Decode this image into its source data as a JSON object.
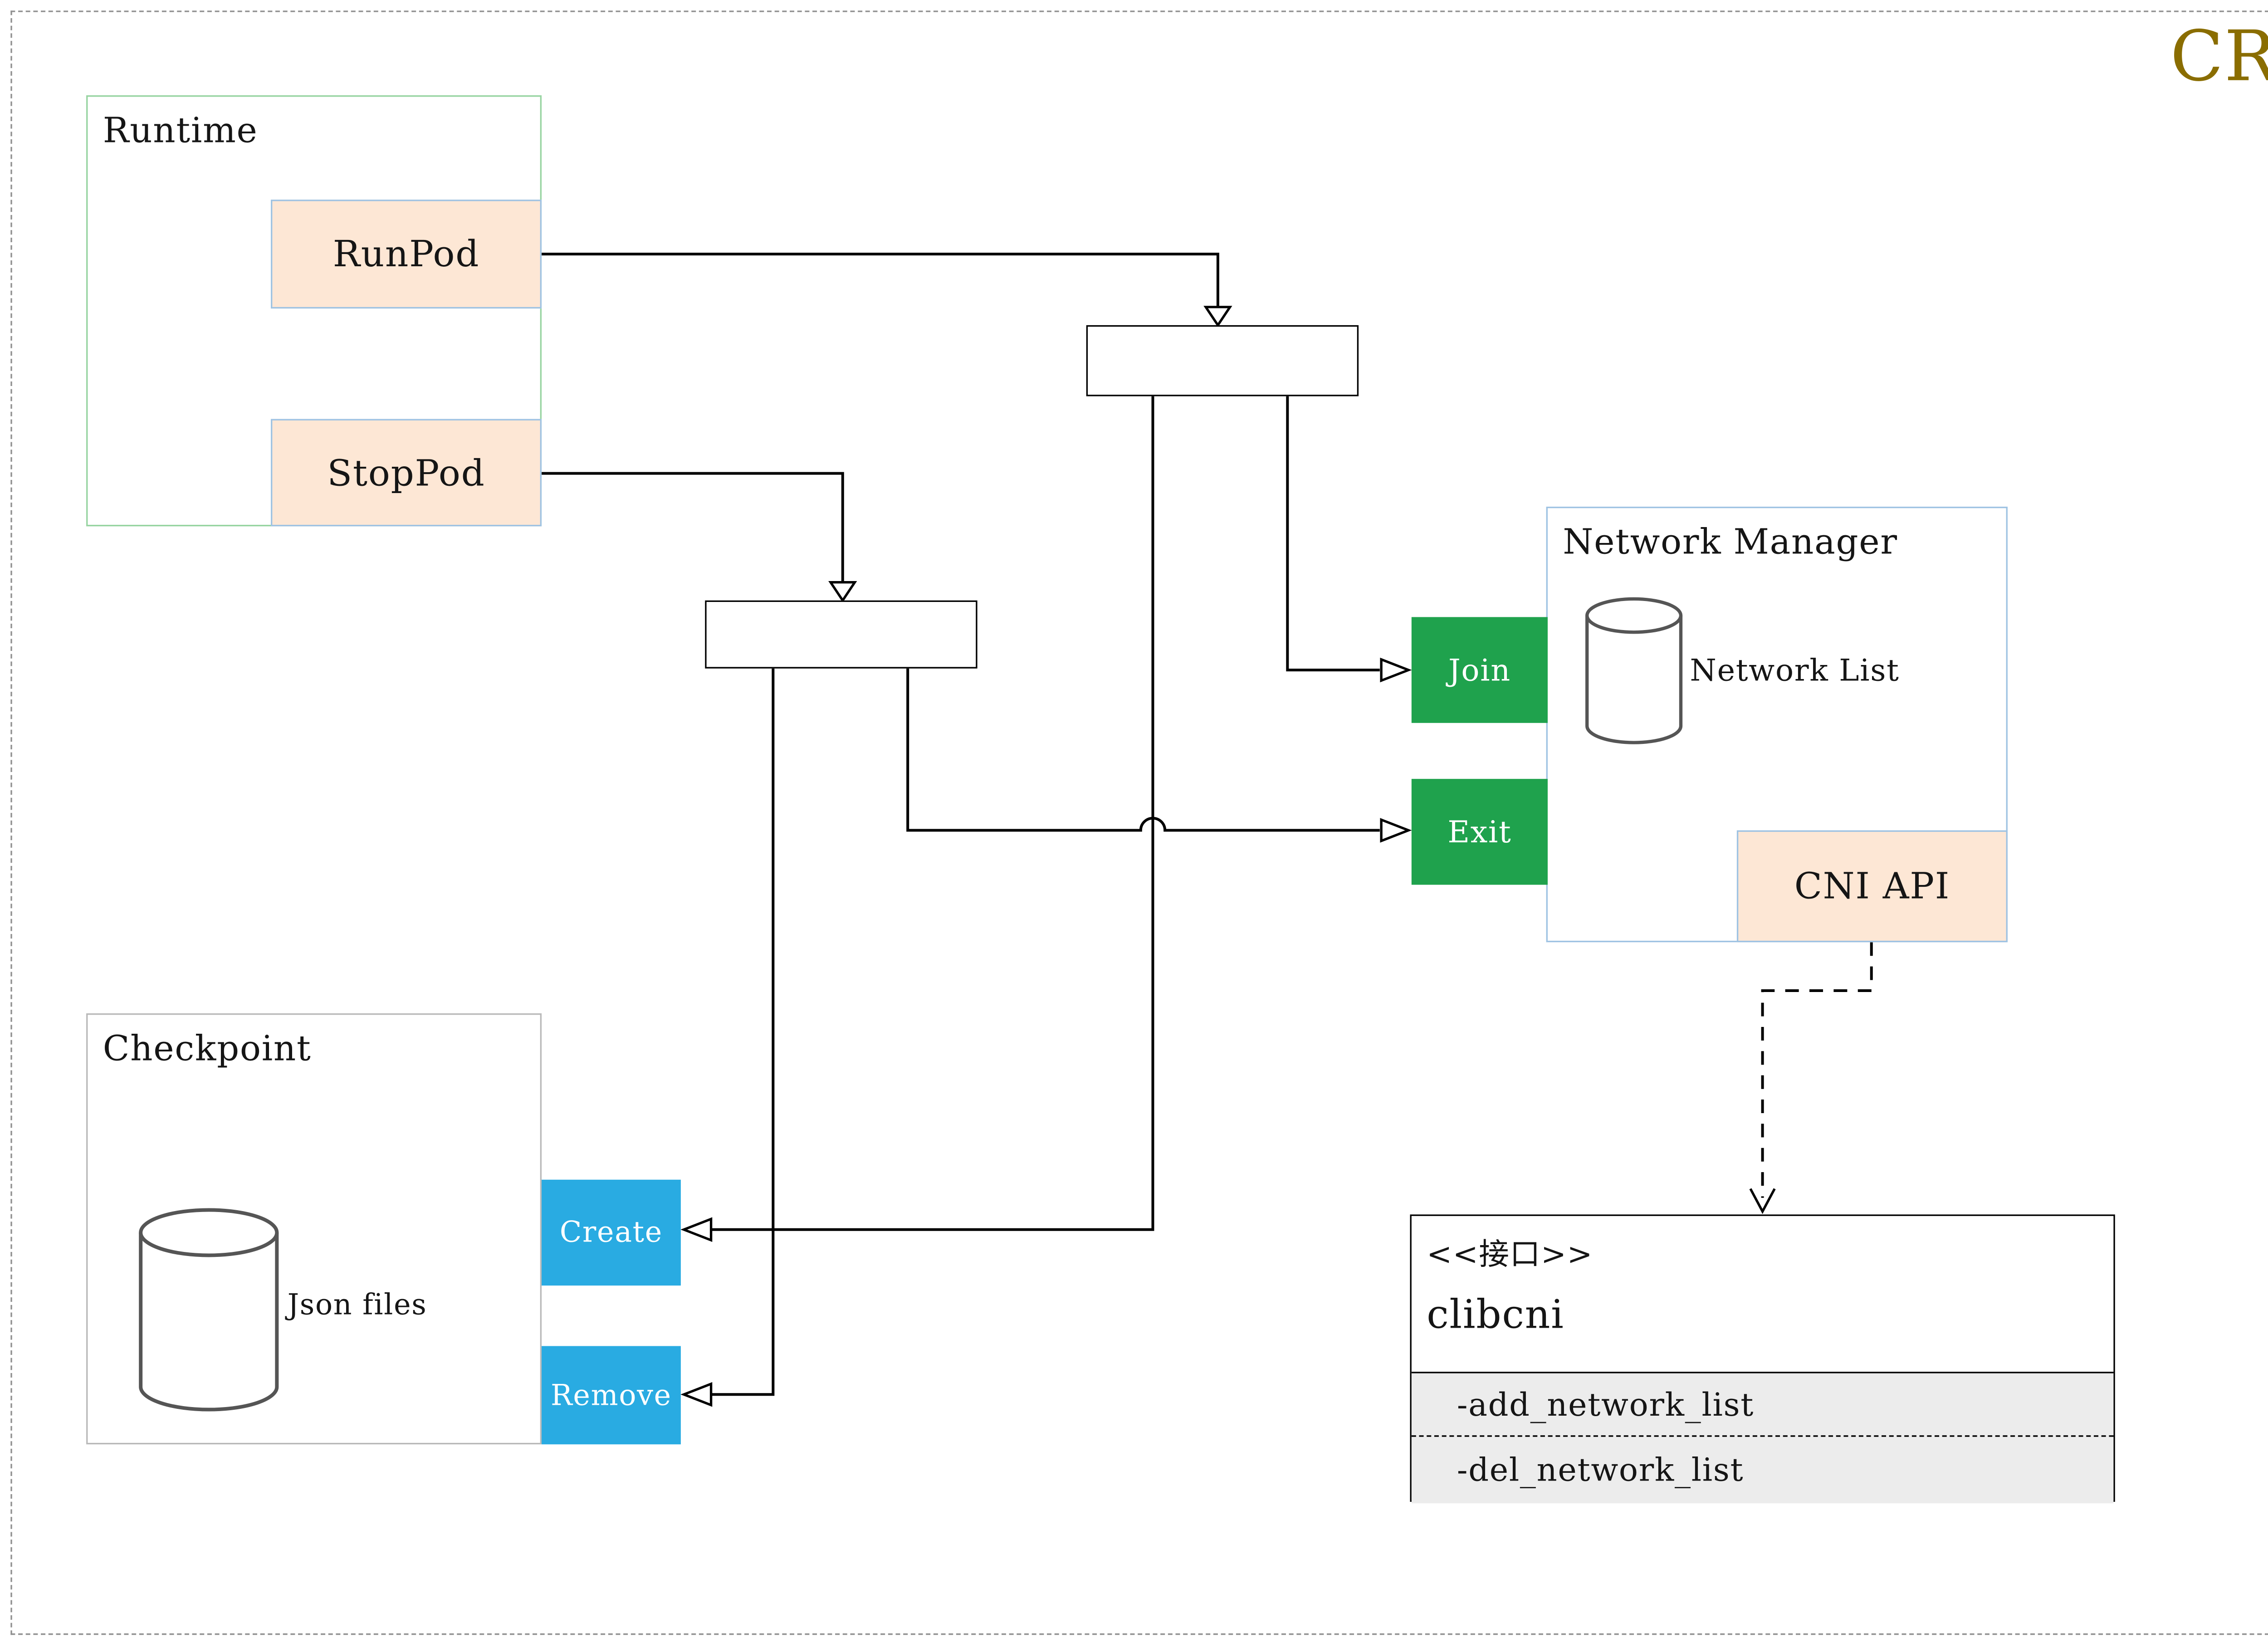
{
  "header": {
    "title": "CRI"
  },
  "runtime": {
    "title": "Runtime",
    "run_pod": "RunPod",
    "stop_pod": "StopPod"
  },
  "checkpoint": {
    "title": "Checkpoint",
    "database_label": "Json files",
    "create": "Create",
    "remove": "Remove"
  },
  "network_manager": {
    "title": "Network Manager",
    "database_label": "Network List",
    "join": "Join",
    "exit": "Exit",
    "cni_api": "CNI API"
  },
  "interface_class": {
    "stereotype": "<<接口>>",
    "name": "clibcni",
    "methods": [
      "-add_network_list",
      "-del_network_list"
    ]
  },
  "colors": {
    "accent_title": "#8a6d00",
    "node_fill_peach": "#fde7d5",
    "node_border_blue": "#9fc3e3",
    "runtime_border_green": "#97d4a1",
    "checkpoint_border_gray": "#b9b9b9",
    "action_green": "#1fa24d",
    "action_blue": "#29abe2",
    "method_row_gray": "#ececec"
  }
}
